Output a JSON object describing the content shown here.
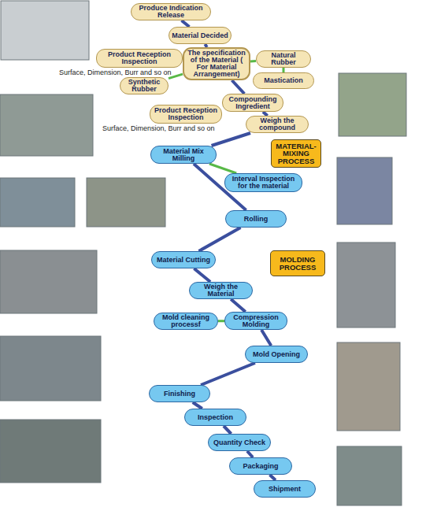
{
  "diagram": {
    "nodes": [
      {
        "text": [
          "Produce Indication Release"
        ]
      },
      {
        "text": [
          "Material Decided"
        ]
      },
      {
        "text": [
          "Product Reception Inspection"
        ]
      },
      {
        "text": [
          "The specification of the Material ( For Material Arrangement)"
        ]
      },
      {
        "text": [
          "Natural Rubber"
        ]
      },
      {
        "text": [
          "Synthetic Rubber"
        ]
      },
      {
        "text": [
          "Mastication"
        ]
      },
      {
        "text": [
          "Product Reception Inspection"
        ]
      },
      {
        "text": [
          "Compounding Ingredient"
        ]
      },
      {
        "text": [
          "Weigh the compound"
        ]
      },
      {
        "text": [
          "MATERIAL-MIXING PROCESS"
        ]
      },
      {
        "text": [
          "Material Mix Milling"
        ]
      },
      {
        "text": [
          "Interval Inspection for the material"
        ]
      },
      {
        "text": [
          "Rolling"
        ]
      },
      {
        "text": [
          "MOLDING PROCESS"
        ]
      },
      {
        "text": [
          "Material Cutting"
        ]
      },
      {
        "text": [
          "Weigh the Material"
        ]
      },
      {
        "text": [
          "Mold cleaning processf"
        ]
      },
      {
        "text": [
          "Compression Molding"
        ]
      },
      {
        "text": [
          "Mold Opening"
        ]
      },
      {
        "text": [
          "Finishing"
        ]
      },
      {
        "text": [
          "Inspection"
        ]
      },
      {
        "text": [
          "Quantity Check"
        ]
      },
      {
        "text": [
          "Packaging"
        ]
      },
      {
        "text": [
          "Shipment"
        ]
      }
    ],
    "edges": [
      {
        "from": 0,
        "to": 1,
        "arrow": "none"
      },
      {
        "from": 1,
        "to": 3,
        "arrow": "none"
      },
      {
        "from": 2,
        "to": 3,
        "arrow": "none"
      },
      {
        "from": 3,
        "to": 4,
        "arrow": "none"
      },
      {
        "from": 5,
        "to": 3,
        "arrow": "none"
      },
      {
        "from": 4,
        "to": 6,
        "arrow": "none"
      },
      {
        "from": 3,
        "to": 8,
        "arrow": "none"
      },
      {
        "from": 7,
        "to": 8,
        "arrow": "none"
      },
      {
        "from": 8,
        "to": 9,
        "arrow": "none"
      },
      {
        "from": 9,
        "to": 11,
        "arrow": "none"
      },
      {
        "from": 11,
        "to": 12,
        "arrow": "none"
      },
      {
        "from": 11,
        "to": 13,
        "arrow": "none"
      },
      {
        "from": 13,
        "to": 15,
        "arrow": "none"
      },
      {
        "from": 15,
        "to": 16,
        "arrow": "none"
      },
      {
        "from": 17,
        "to": 18,
        "arrow": "none"
      },
      {
        "from": 16,
        "to": 18,
        "arrow": "none"
      },
      {
        "from": 18,
        "to": 19,
        "arrow": "none"
      },
      {
        "from": 19,
        "to": 20,
        "arrow": "none"
      },
      {
        "from": 20,
        "to": 21,
        "arrow": "none"
      },
      {
        "from": 21,
        "to": 22,
        "arrow": "none"
      },
      {
        "from": 22,
        "to": 23,
        "arrow": "none"
      },
      {
        "from": 23,
        "to": 24,
        "arrow": "none"
      }
    ],
    "labels": [
      "Surface, Dimension, Burr and so on",
      "Surface, Dimension, Burr and so on"
    ]
  }
}
